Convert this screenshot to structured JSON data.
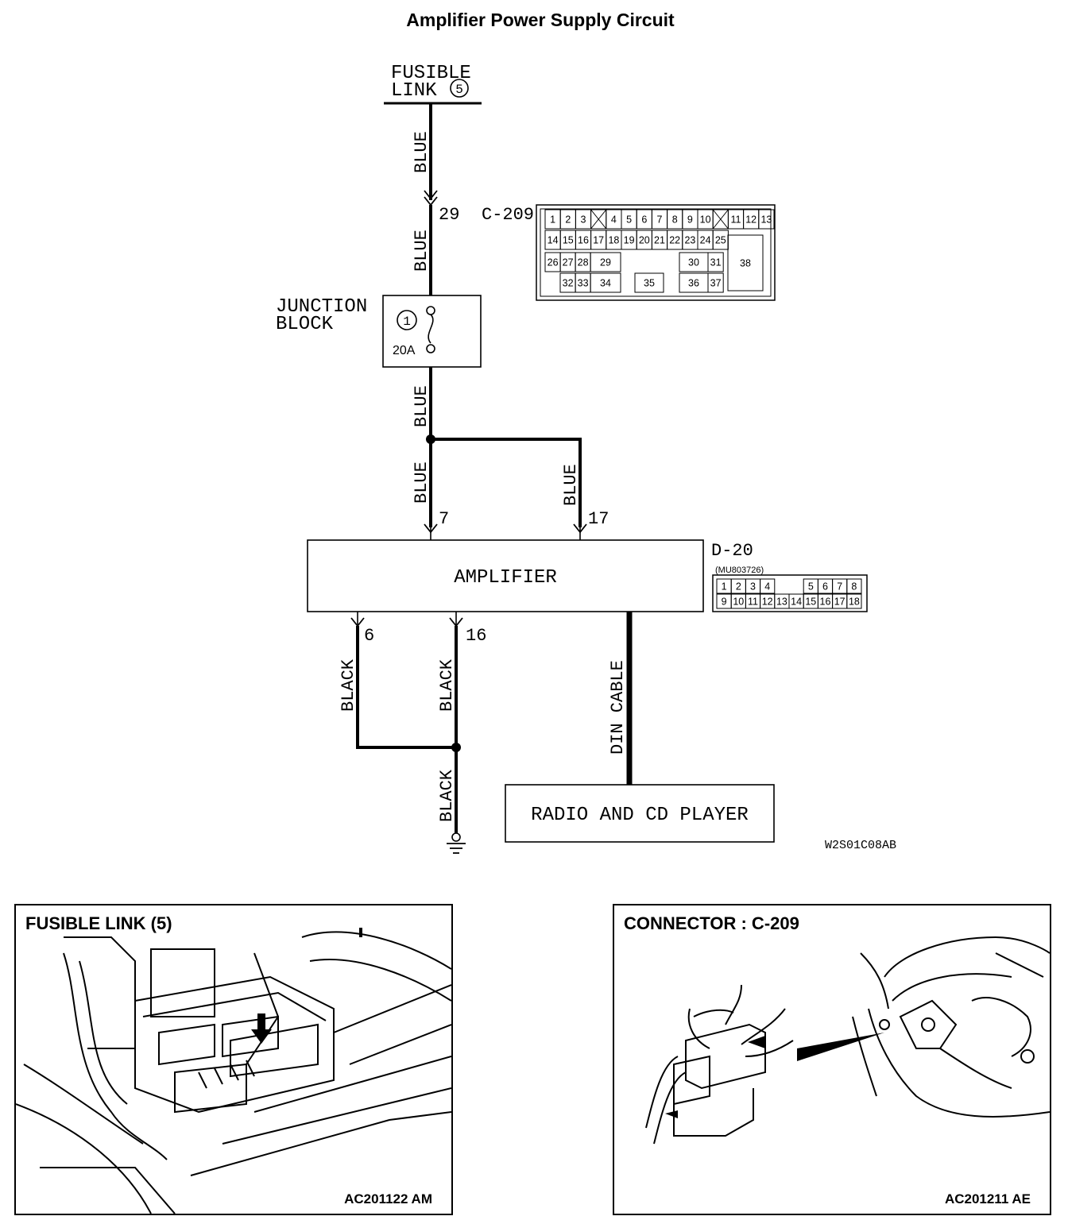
{
  "title": "Amplifier Power Supply Circuit",
  "fusible_link": {
    "line1": "FUSIBLE",
    "line2": "LINK",
    "number": "5"
  },
  "wires": {
    "w1": "BLUE",
    "w2": "BLUE",
    "w3": "BLUE",
    "w4": "BLUE",
    "w5": "BLUE",
    "g1": "BLACK",
    "g2": "BLACK",
    "g3": "BLACK",
    "din": "DIN CABLE"
  },
  "pins": {
    "c209_pin": "29",
    "amp_pin_a": "7",
    "amp_pin_b": "17",
    "amp_pin_c": "6",
    "amp_pin_d": "16"
  },
  "junction_block": {
    "line1": "JUNCTION",
    "line2": "BLOCK",
    "fuse_no": "1",
    "rating": "20A"
  },
  "connector_c209": {
    "label": "C-209",
    "row1": [
      "1",
      "2",
      "3",
      "4",
      "5",
      "6",
      "7",
      "8",
      "9",
      "10",
      "11",
      "12",
      "13"
    ],
    "row2": [
      "14",
      "15",
      "16",
      "17",
      "18",
      "19",
      "20",
      "21",
      "22",
      "23",
      "24",
      "25"
    ],
    "row3": [
      "26",
      "27",
      "28",
      "29",
      "30",
      "31",
      "38"
    ],
    "row4": [
      "32",
      "33",
      "34",
      "35",
      "36",
      "37"
    ]
  },
  "amplifier": {
    "label": "AMPLIFIER"
  },
  "connector_d20": {
    "label": "D-20",
    "part_no": "(MU803726)",
    "row1": [
      "1",
      "2",
      "3",
      "4",
      "5",
      "6",
      "7",
      "8"
    ],
    "row2": [
      "9",
      "10",
      "11",
      "12",
      "13",
      "14",
      "15",
      "16",
      "17",
      "18"
    ]
  },
  "radio": {
    "label": "RADIO AND CD PLAYER"
  },
  "figure_code": "W2S01C08AB",
  "panel_left": {
    "title": "FUSIBLE LINK (5)",
    "code": "AC201122 AM"
  },
  "panel_right": {
    "title": "CONNECTOR : C-209",
    "code": "AC201211 AE"
  }
}
